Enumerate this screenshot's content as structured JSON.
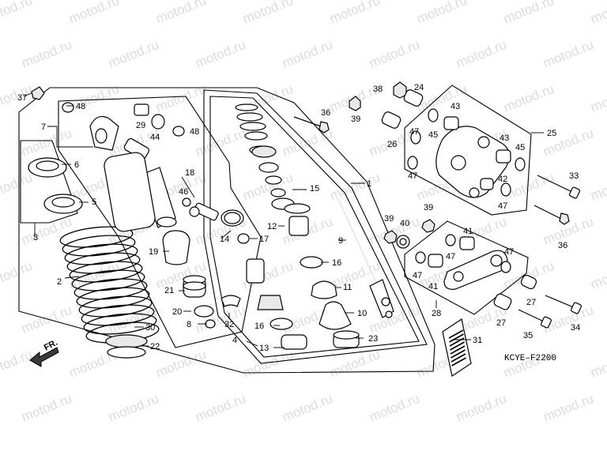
{
  "watermark": "motod.ru",
  "diagram_code": "KCYE–F2200",
  "front_label": "FR.",
  "callouts": {
    "c1": "1",
    "c2": "2",
    "c3": "3",
    "c4": "4",
    "c5": "5",
    "c6": "6",
    "c7": "7",
    "c8": "8",
    "c9": "9",
    "c10": "10",
    "c11": "11",
    "c12": "12",
    "c13": "13",
    "c14": "14",
    "c15": "15",
    "c16a": "16",
    "c16b": "16",
    "c17": "17",
    "c18": "18",
    "c19": "19",
    "c20": "20",
    "c21": "21",
    "c22": "22",
    "c23": "23",
    "c24": "24",
    "c25": "25",
    "c26": "26",
    "c27a": "27",
    "c27b": "27",
    "c28": "28",
    "c29": "29",
    "c30": "30",
    "c31": "31",
    "c32": "32",
    "c33": "33",
    "c34": "34",
    "c35": "35",
    "c36a": "36",
    "c36b": "36",
    "c37": "37",
    "c38": "38",
    "c39a": "39",
    "c39b": "39",
    "c39c": "39",
    "c40": "40",
    "c41a": "41",
    "c41b": "41",
    "c42": "42",
    "c43a": "43",
    "c43b": "43",
    "c44": "44",
    "c45a": "45",
    "c45b": "45",
    "c46": "46",
    "c47a": "47",
    "c47b": "47",
    "c47c": "47",
    "c47d": "47",
    "c47e": "47",
    "c47f": "47",
    "c48a": "48",
    "c48b": "48"
  }
}
